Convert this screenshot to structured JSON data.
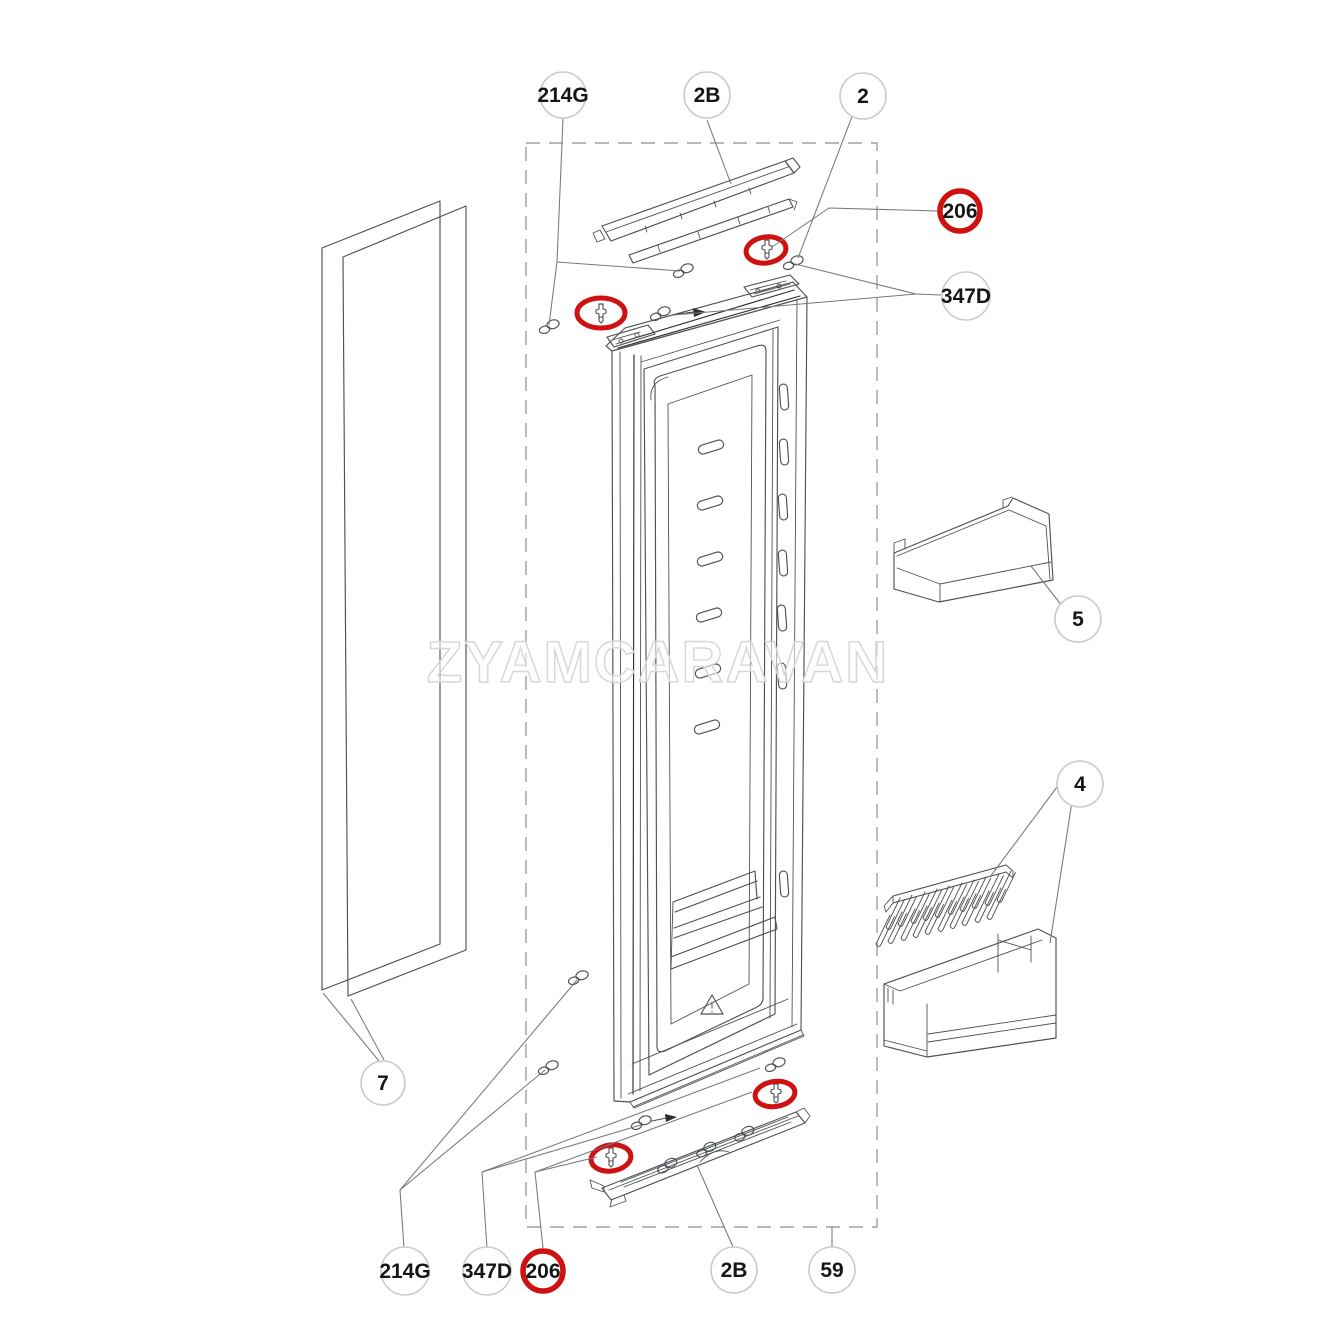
{
  "watermark": "ZYAMCARAVAN",
  "diagram": {
    "type": "exploded-parts-diagram",
    "subject": "refrigerator door assembly",
    "colors": {
      "line": "#4e5255",
      "label_ring": "#c9cccf",
      "highlight": "#ce1211",
      "text": "#161616",
      "watermark": "#d6d6d6"
    },
    "highlighted_part": "206"
  },
  "labels": [
    {
      "id": "214G-top",
      "text": "214G",
      "style": "plain"
    },
    {
      "id": "2B-top",
      "text": "2B",
      "style": "plain"
    },
    {
      "id": "2",
      "text": "2",
      "style": "plain"
    },
    {
      "id": "206-top",
      "text": "206",
      "style": "highlighted"
    },
    {
      "id": "347D-top",
      "text": "347D",
      "style": "plain"
    },
    {
      "id": "5",
      "text": "5",
      "style": "plain"
    },
    {
      "id": "4",
      "text": "4",
      "style": "plain"
    },
    {
      "id": "7",
      "text": "7",
      "style": "plain"
    },
    {
      "id": "214G-bottom",
      "text": "214G",
      "style": "plain"
    },
    {
      "id": "347D-bottom",
      "text": "347D",
      "style": "plain"
    },
    {
      "id": "206-bottom",
      "text": "206",
      "style": "highlighted"
    },
    {
      "id": "2B-bottom",
      "text": "2B",
      "style": "plain"
    },
    {
      "id": "59",
      "text": "59",
      "style": "plain"
    }
  ]
}
